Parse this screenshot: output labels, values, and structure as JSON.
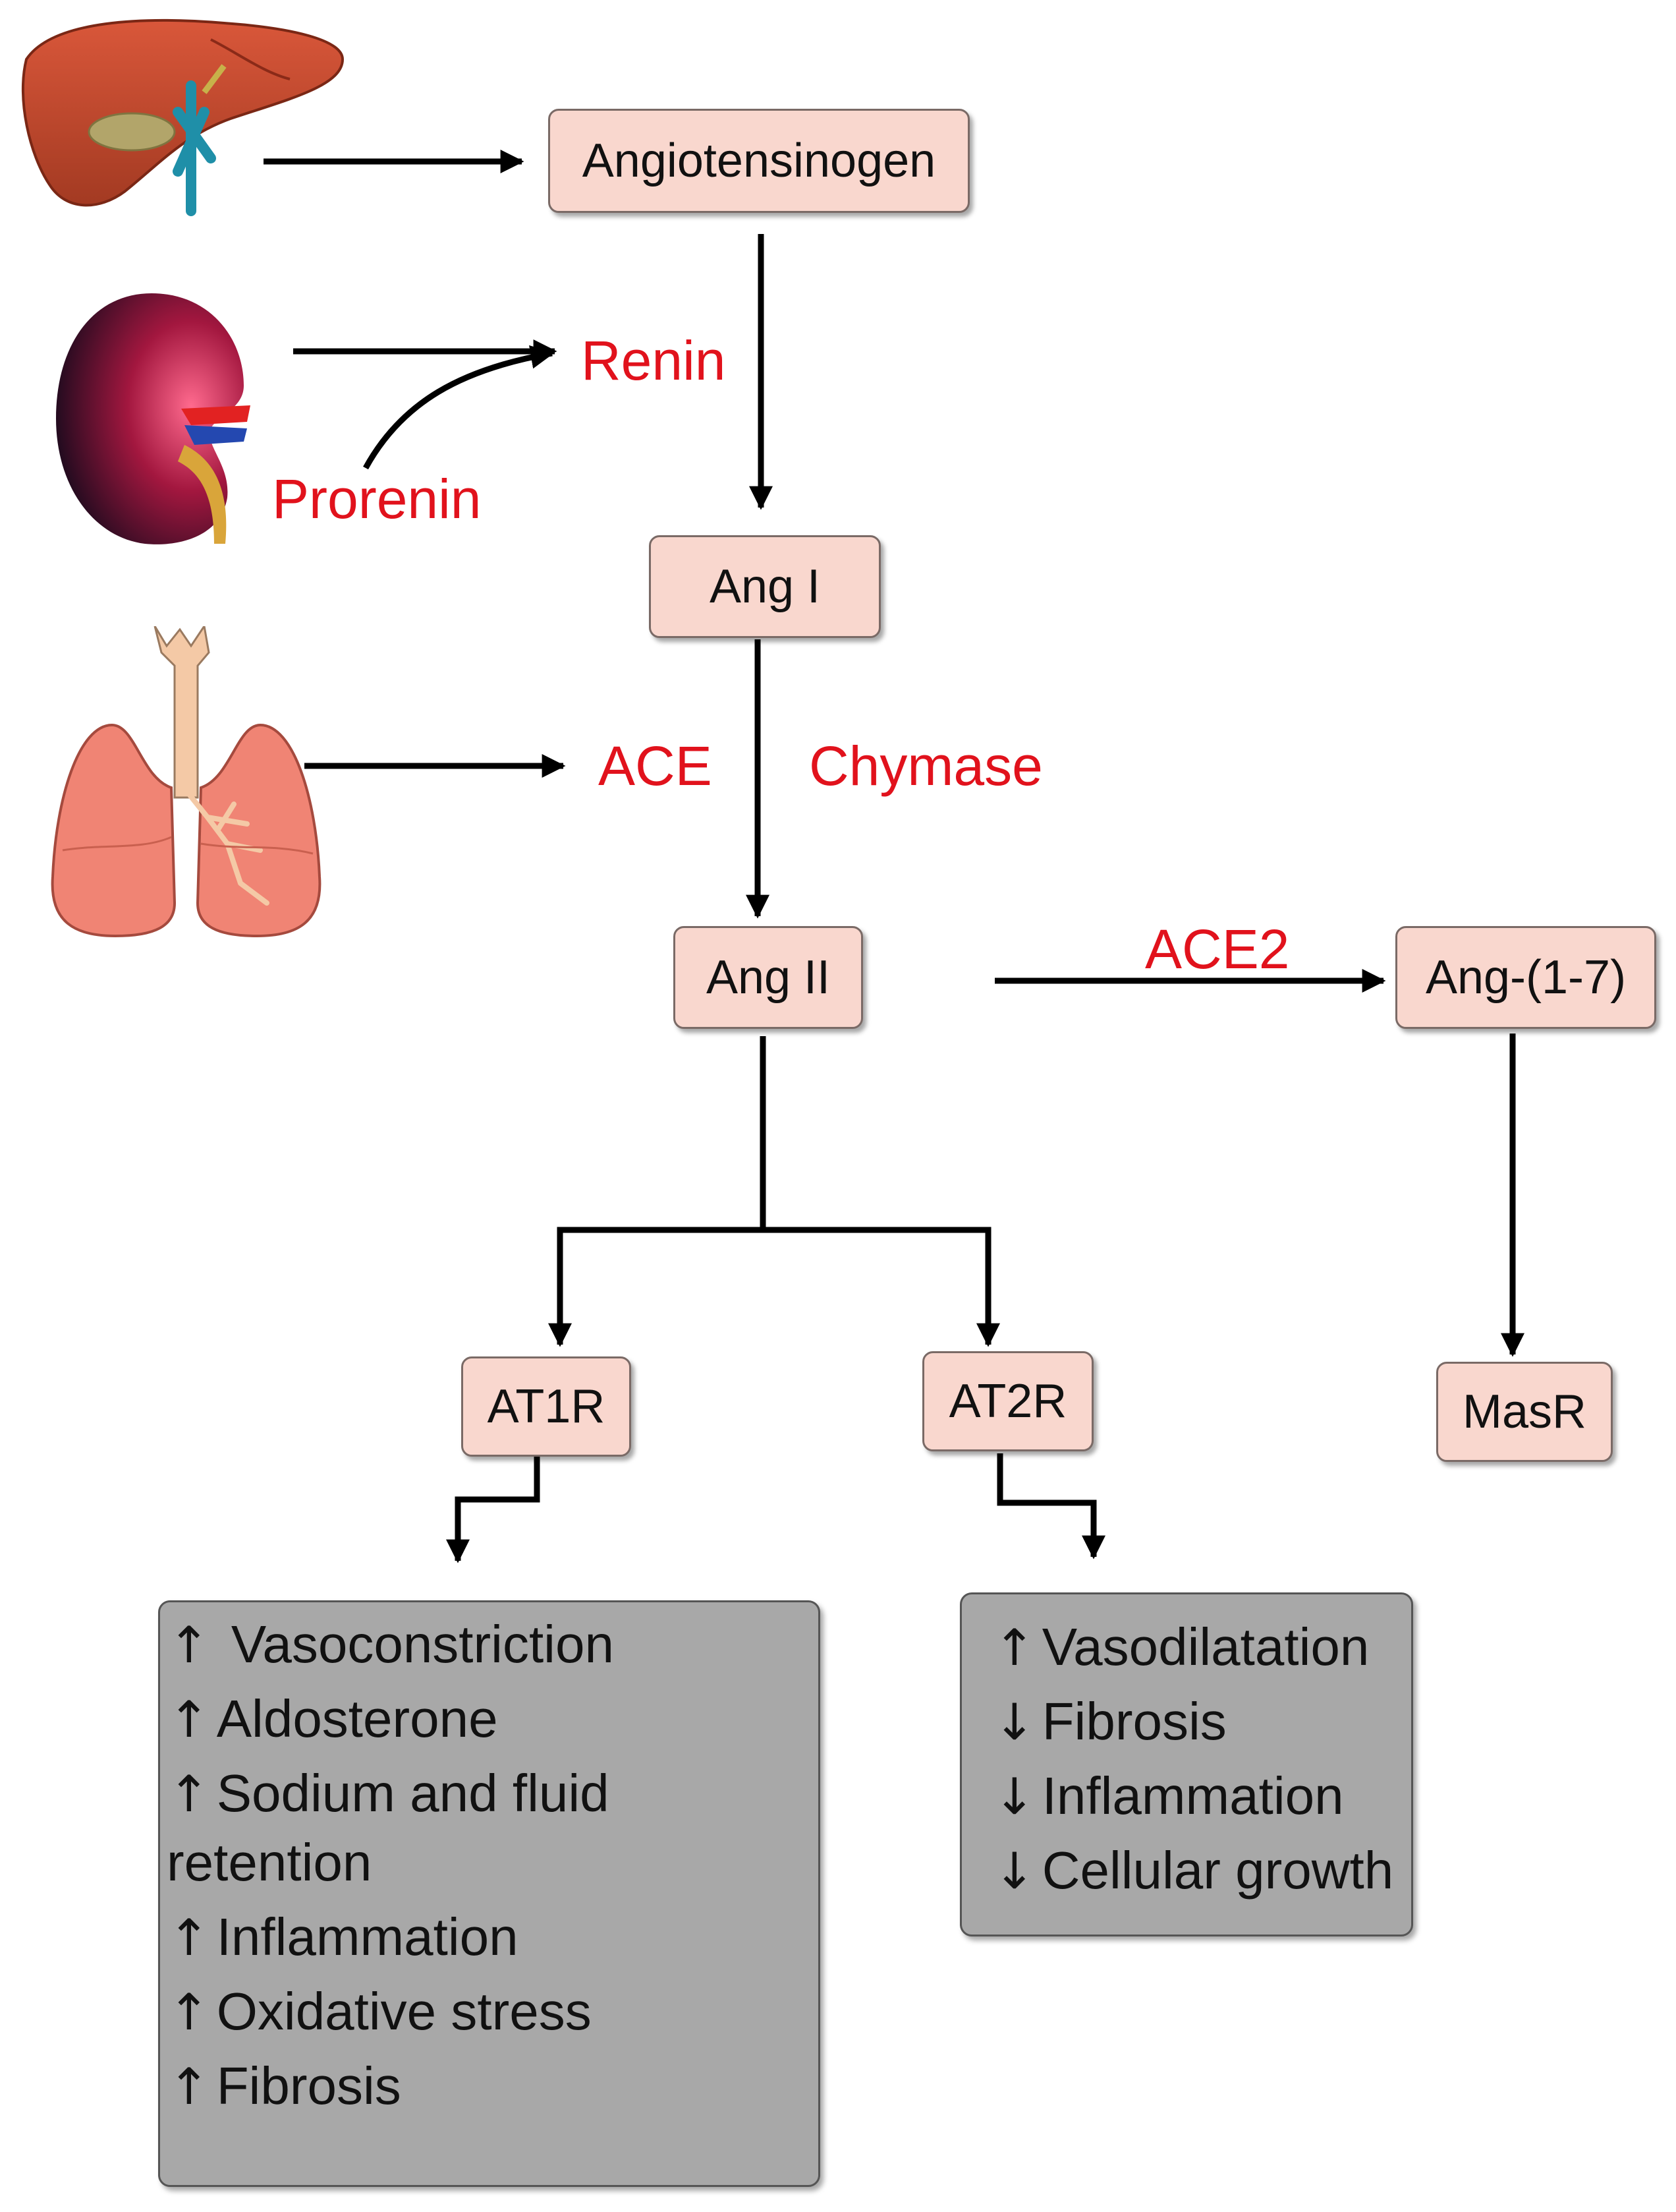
{
  "nodes": {
    "angiotensinogen": "Angiotensinogen",
    "ang1": "Ang I",
    "ang2": "Ang II",
    "ang17": "Ang-(1-7)",
    "at1r": "AT1R",
    "at2r": "AT2R",
    "masr": "MasR"
  },
  "enzymes": {
    "renin": "Renin",
    "prorenin": "Prorenin",
    "ace": "ACE",
    "chymase": "Chymase",
    "ace2": "ACE2"
  },
  "organs": {
    "liver": "liver-icon",
    "kidney": "kidney-icon",
    "lungs": "lungs-icon"
  },
  "at1r_effects": [
    {
      "symbol": "↑",
      "text": " Vasoconstriction"
    },
    {
      "symbol": "↑",
      "text": "Aldosterone"
    },
    {
      "symbol": "↑",
      "text": "Sodium and fluid"
    },
    {
      "symbol": "",
      "text": "retention"
    },
    {
      "symbol": "↑",
      "text": "Inflammation"
    },
    {
      "symbol": "↑",
      "text": "Oxidative stress"
    },
    {
      "symbol": "↑",
      "text": "Fibrosis"
    }
  ],
  "at2r_effects": [
    {
      "symbol": "↑",
      "text": "Vasodilatation"
    },
    {
      "symbol": "↓",
      "text": "Fibrosis"
    },
    {
      "symbol": "↓",
      "text": "Inflammation"
    },
    {
      "symbol": "↓",
      "text": "Cellular growth"
    }
  ],
  "colors": {
    "node_fill": "#f9d7ce",
    "enzyme_text": "#e1121c",
    "effects_fill": "#a8a8a8"
  }
}
